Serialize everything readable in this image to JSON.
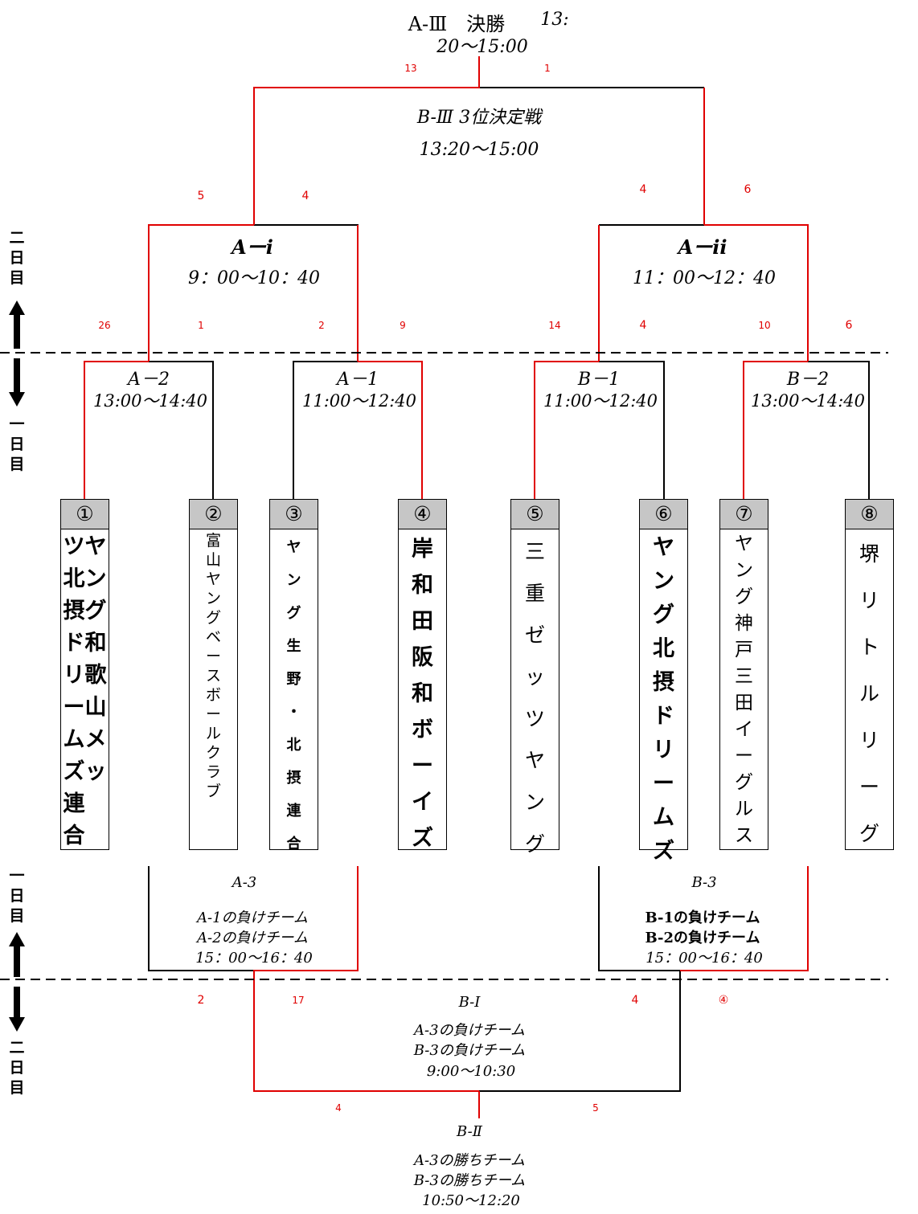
{
  "colors": {
    "winner_line": "#e00000",
    "line": "#000000",
    "number_fill": "#c6c6c6"
  },
  "side_labels": {
    "day2": "二日目",
    "day1": "一日目"
  },
  "matches": {
    "final": {
      "title": "A-Ⅲ　決勝",
      "time_a": "13:",
      "time_b": "20～15:00"
    },
    "b3": {
      "title": "B-Ⅲ 3位決定戦",
      "time": "13:20～15:00"
    },
    "a_i": {
      "title": "Aーⅰ",
      "time": "9：00～10：40"
    },
    "a_ii": {
      "title": "Aーⅱ",
      "time": "11：00～12：40"
    },
    "a2": {
      "title": "A－2",
      "time": "13:00～14:40"
    },
    "a1": {
      "title": "A－1",
      "time": "11:00～12:40"
    },
    "b1": {
      "title": "B－1",
      "time": "11:00～12:40"
    },
    "b2": {
      "title": "B－2",
      "time": "13:00～14:40"
    },
    "a3": {
      "title": "A-3",
      "line1": "A-1の負けチーム",
      "line2": "A-2の負けチーム",
      "time": "15：00～16：40"
    },
    "b3c": {
      "title": "B-3",
      "line1": "B-1の負けチーム",
      "line2": "B-2の負けチーム",
      "time": "15：00～16：40"
    },
    "bi": {
      "title": "B-Ⅰ",
      "line1": "A-3の負けチーム",
      "line2": "B-3の負けチーム",
      "time": "9:00～10:30"
    },
    "bii": {
      "title": "B-Ⅱ",
      "line1": "A-3の勝ちチーム",
      "line2": "B-3の勝ちチーム",
      "time": "10:50～12:20"
    }
  },
  "scores": {
    "final_left": "13",
    "final_right": "1",
    "ai_left": "5",
    "ai_right": "4",
    "aii_left": "4",
    "aii_right": "6",
    "a2_left": "26",
    "a2_right": "1",
    "a1_left": "2",
    "a1_right": "9",
    "b1_left": "14",
    "b1_right": "4",
    "b2_left": "10",
    "b2_right": "6",
    "a3_score": "2",
    "b3_score_left": "17",
    "bi_left": "4",
    "bi_right": "④",
    "bii_left": "4",
    "bii_right": "5"
  },
  "teams": [
    {
      "num": "①",
      "name": "ヤング和歌山メッツ北摂ドリームズ連合"
    },
    {
      "num": "②",
      "name": "富山ヤングベースボールクラブ"
    },
    {
      "num": "③",
      "name": "ヤング生野・北摂連合"
    },
    {
      "num": "④",
      "name": "岸和田阪和ボーイズ"
    },
    {
      "num": "⑤",
      "name": "三重ゼッツヤング"
    },
    {
      "num": "⑥",
      "name": "ヤング北摂ドリームズ"
    },
    {
      "num": "⑦",
      "name": "ヤング神戸三田イーグルス"
    },
    {
      "num": "⑧",
      "name": "堺リトルリーグ"
    }
  ]
}
